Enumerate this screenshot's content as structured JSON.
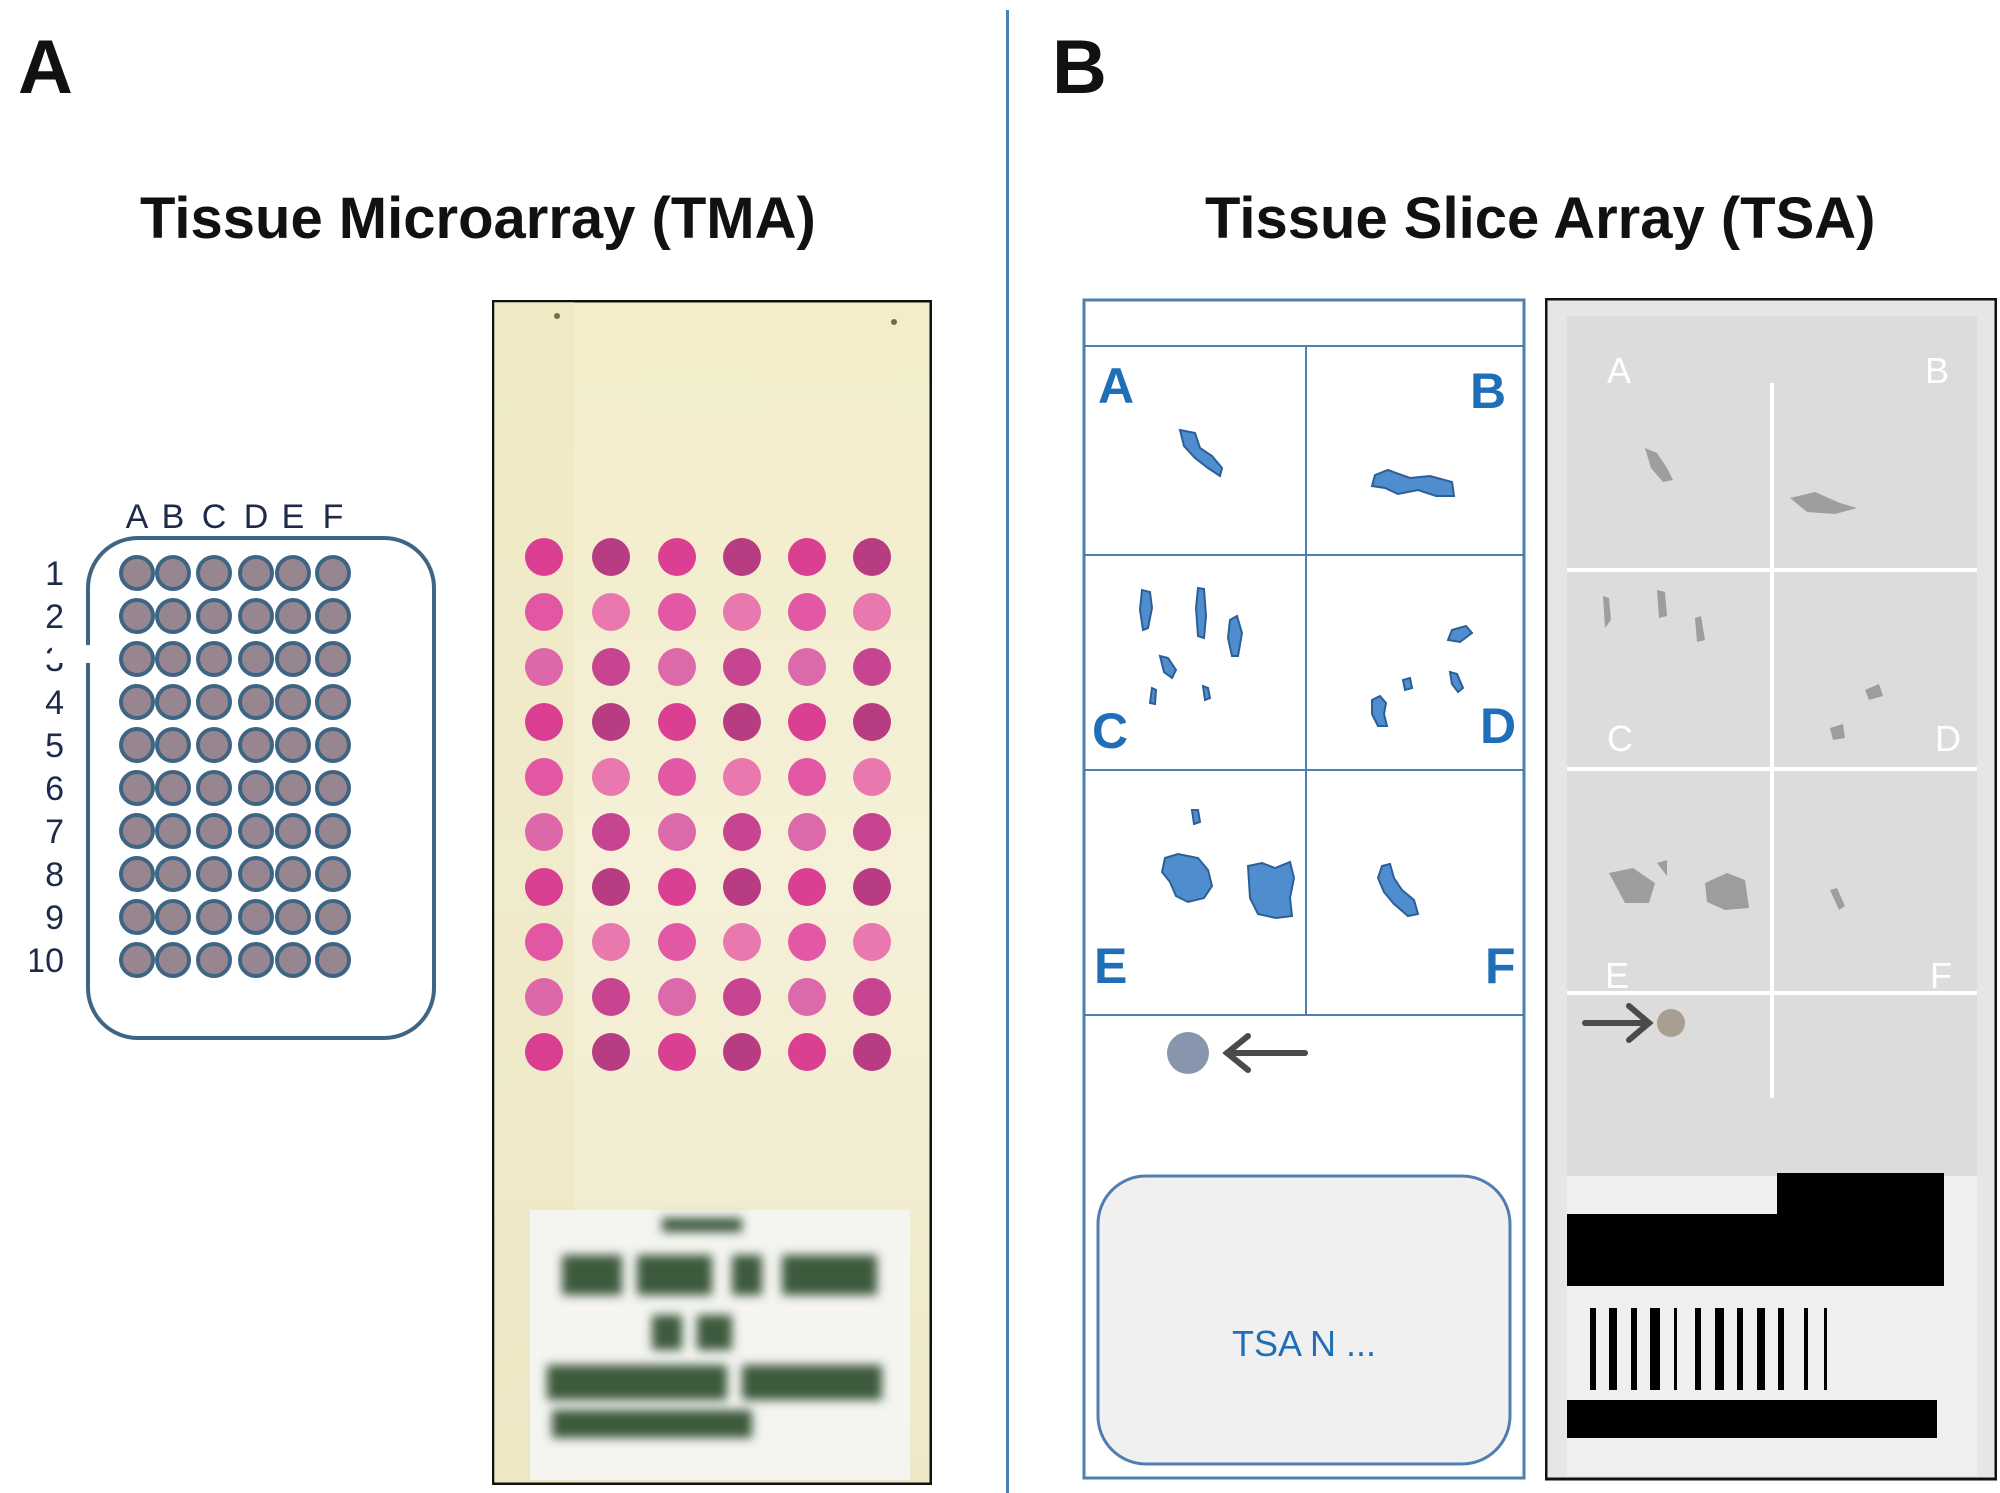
{
  "panel_a": {
    "letter": "A",
    "title": "Tissue Microarray (TMA)",
    "grid": {
      "columns": [
        "A",
        "B",
        "C",
        "D",
        "E",
        "F"
      ],
      "rows": [
        "1",
        "2",
        "3",
        "4",
        "5",
        "6",
        "7",
        "8",
        "9",
        "10"
      ],
      "core_color": "#978690",
      "outline_color": "#3f6585",
      "label_color": "#1f2a4a"
    },
    "photo": {
      "rows": 10,
      "columns": 6,
      "stain_colors": [
        "#d72b8a",
        "#c2318a",
        "#e0479e",
        "#b02878",
        "#d95aa5",
        "#e76aa8"
      ]
    }
  },
  "panel_b": {
    "letter": "B",
    "title": "Tissue Slice Array (TSA)",
    "schematic": {
      "region_labels": [
        "A",
        "B",
        "C",
        "D",
        "E",
        "F"
      ],
      "label_area_text": "TSA N ...",
      "tissue_color": "#4f8dcf",
      "line_color": "#4e7fb0",
      "label_color": "#1f6fb8"
    },
    "photo": {
      "region_labels": [
        "A",
        "B",
        "C",
        "D",
        "E",
        "F"
      ]
    }
  }
}
